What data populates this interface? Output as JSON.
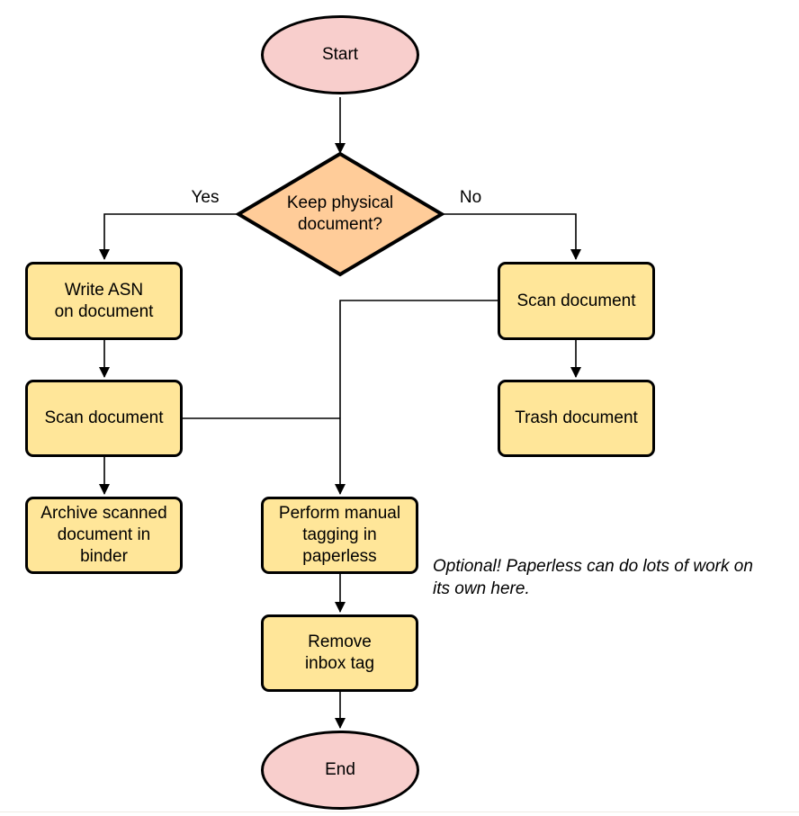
{
  "colors": {
    "background": "#ffffff",
    "terminal_fill": "#f8cecc",
    "decision_fill": "#ffcc99",
    "process_fill": "#ffe699",
    "stroke": "#000000",
    "text": "#000000"
  },
  "nodes": {
    "start": {
      "label": "Start",
      "type": "terminal"
    },
    "decision": {
      "label": "Keep physical\ndocument?",
      "type": "decision"
    },
    "write_asn": {
      "label": "Write ASN\non document",
      "type": "process"
    },
    "scan_keep": {
      "label": "Scan document",
      "type": "process"
    },
    "archive": {
      "label": "Archive scanned\ndocument in\nbinder",
      "type": "process"
    },
    "scan_discard": {
      "label": "Scan document",
      "type": "process"
    },
    "trash": {
      "label": "Trash document",
      "type": "process"
    },
    "tagging": {
      "label": "Perform manual\ntagging in\npaperless",
      "type": "process"
    },
    "remove_inbox": {
      "label": "Remove\ninbox tag",
      "type": "process"
    },
    "end": {
      "label": "End",
      "type": "terminal"
    }
  },
  "edge_labels": {
    "yes": "Yes",
    "no": "No"
  },
  "note": {
    "text": "Optional! Paperless can do lots of work on\nits own here."
  }
}
